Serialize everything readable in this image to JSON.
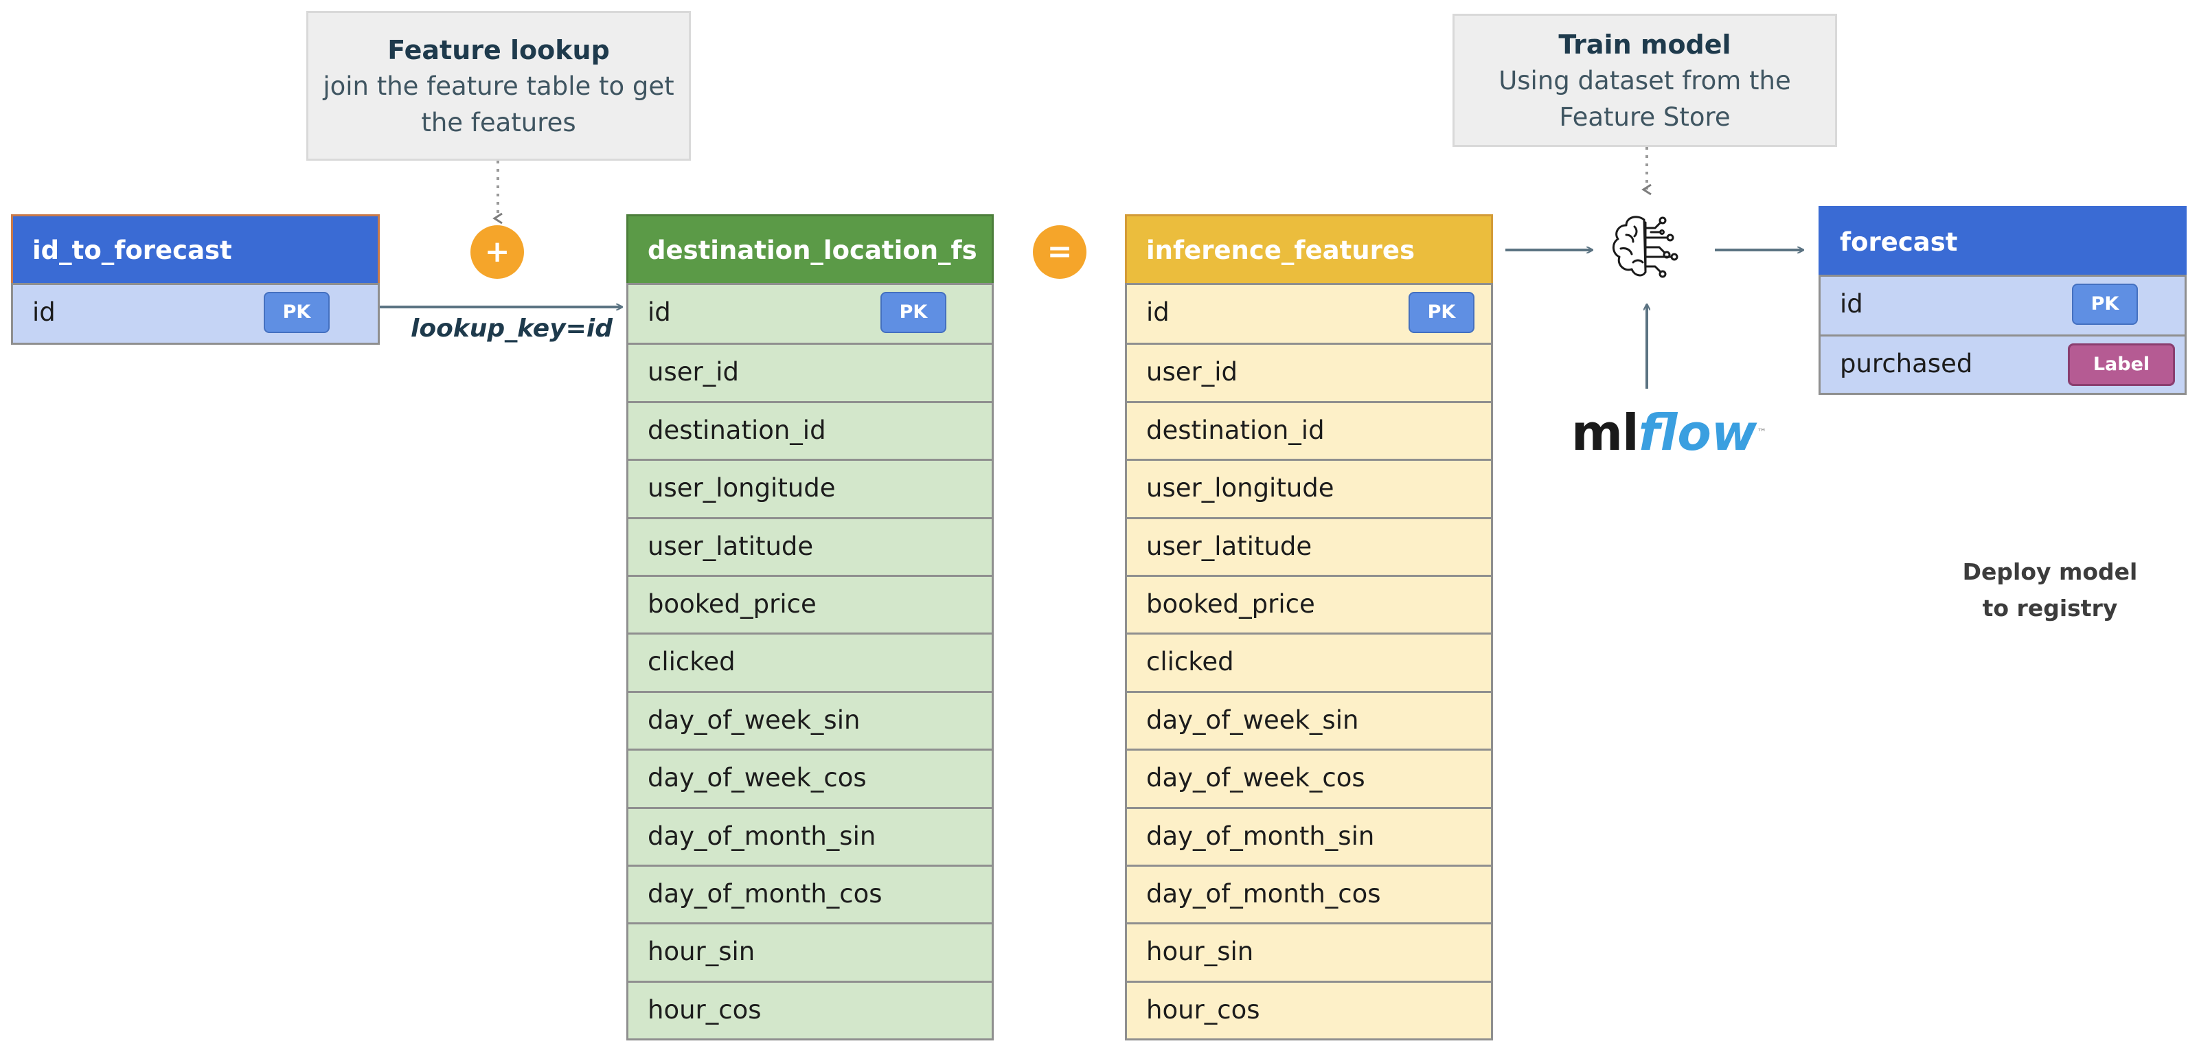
{
  "feature_lookup_note": {
    "title": "Feature lookup",
    "line1": "join the feature table to get",
    "line2": "the features"
  },
  "train_model_note": {
    "title": "Train model",
    "line1": "Using dataset from the",
    "line2": "Feature Store"
  },
  "operators": {
    "plus": "+",
    "equals": "="
  },
  "lookup_key": "lookup_key=id",
  "pk_badge": "PK",
  "label_badge": "Label",
  "id_to_forecast": {
    "name": "id_to_forecast",
    "color": "#3a6bd4",
    "columns": [
      "id"
    ]
  },
  "destination_location_fs": {
    "name": "destination_location_fs",
    "color": "#5b9a47",
    "columns": [
      "id",
      "user_id",
      "destination_id",
      "user_longitude",
      "user_latitude",
      "booked_price",
      "clicked",
      "day_of_week_sin",
      "day_of_week_cos",
      "day_of_month_sin",
      "day_of_month_cos",
      "hour_sin",
      "hour_cos"
    ]
  },
  "inference_features": {
    "name": "inference_features",
    "color": "#ebbd3d",
    "columns": [
      "id",
      "user_id",
      "destination_id",
      "user_longitude",
      "user_latitude",
      "booked_price",
      "clicked",
      "day_of_week_sin",
      "day_of_week_cos",
      "day_of_month_sin",
      "day_of_month_cos",
      "hour_sin",
      "hour_cos"
    ]
  },
  "forecast": {
    "name": "forecast",
    "color": "#3a6bd4",
    "columns": [
      "id",
      "purchased"
    ]
  },
  "mlflow_logo": {
    "ml": "ml",
    "flow": "flow",
    "tm": "™"
  },
  "deploy": {
    "line1": "Deploy model",
    "line2": "to registry"
  },
  "icons": [
    "brain-circuit-icon",
    "mlflow-logo"
  ]
}
